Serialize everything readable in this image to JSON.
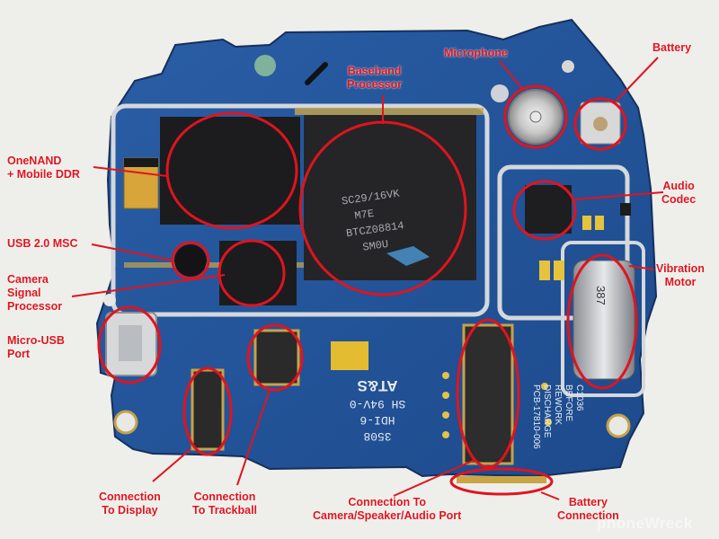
{
  "colors": {
    "board": "#23549a",
    "board_dark": "#173c74",
    "annotation": "#e0141e",
    "gold": "#cfb04a",
    "silver": "#c9ccd0",
    "chip": "#1c1c1e"
  },
  "labels": {
    "baseband": "Baseband\nProcessor",
    "microphone": "Microphone",
    "battery": "Battery",
    "onenand": "OneNAND\n+ Mobile DDR",
    "usb_msc": "USB 2.0 MSC",
    "camera_proc": "Camera\nSignal\nProcessor",
    "micro_usb": "Micro-USB\nPort",
    "audio_codec": "Audio\nCodec",
    "vibration": "Vibration\nMotor",
    "conn_display": "Connection\nTo Display",
    "conn_trackball": "Connection\nTo Trackball",
    "conn_camera": "Connection To\nCamera/Speaker/Audio Port",
    "battery_conn": "Battery\nConnection"
  },
  "board_print": {
    "model": "3508",
    "code": "HDI-6",
    "rating": "SH 94V-0",
    "brand": "AT&S",
    "rework": "C1036\nBEFORE\nREWORK",
    "discharge": "DISCHARGE",
    "pcb_no": "PCB-17810-006",
    "chip_text": "SC29/16VK\nM7E\nBTCZ08814\nSM0U",
    "motor_text": "387"
  },
  "watermark": "phoneWreck"
}
